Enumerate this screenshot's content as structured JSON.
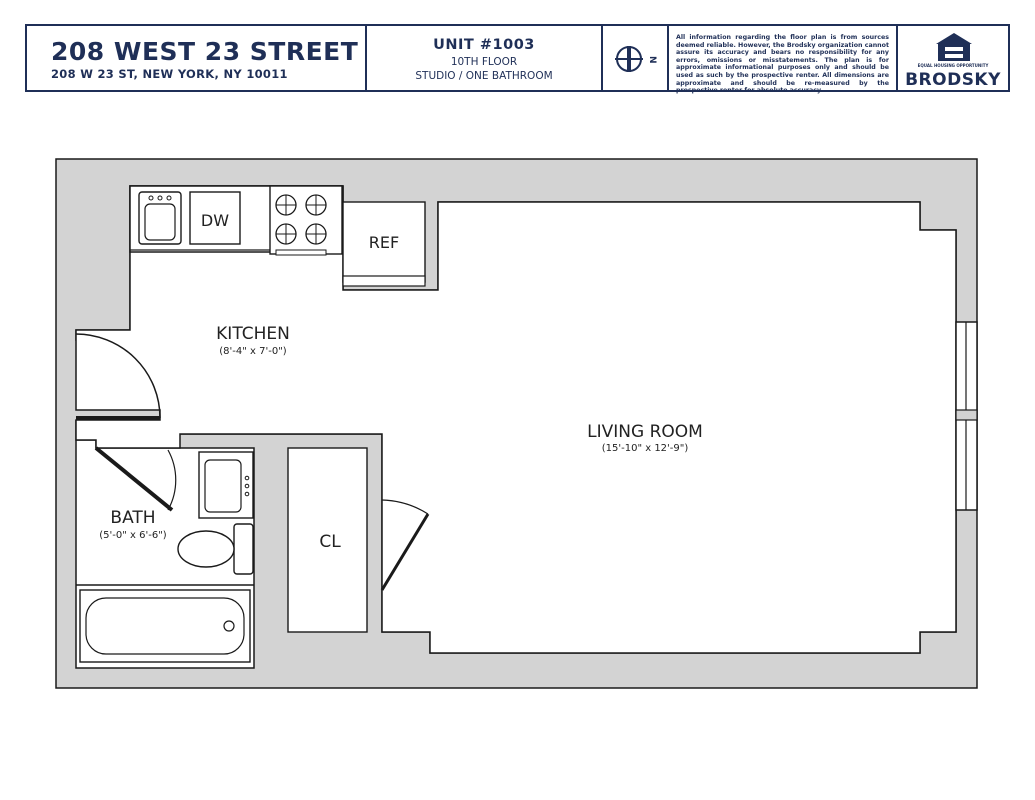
{
  "header": {
    "building_name": "208 WEST 23 STREET",
    "address": "208 W 23 ST, NEW YORK, NY 10011",
    "unit": "UNIT #1003",
    "floor": "10TH FLOOR",
    "unit_type": "STUDIO / ONE BATHROOM",
    "compass_label": "N",
    "disclaimer": "All information regarding the floor plan is from sources deemed reliable. However, the Brodsky organization cannot assure its accuracy and bears no responsibility for any errors, omissions or misstatements. The plan is for approximate informational purposes only and should be used as such by the prospective renter. All dimensions are approximate and should be re-measured by the prospective renter for absolute accuracy.",
    "equal_housing_text": "EQUAL HOUSING OPPORTUNITY",
    "brand": "BRODSKY"
  },
  "rooms": {
    "kitchen": {
      "name": "KITCHEN",
      "dims": "(8'-4\" x 7'-0\")"
    },
    "living": {
      "name": "LIVING ROOM",
      "dims": "(15'-10\" x 12'-9\")"
    },
    "bath": {
      "name": "BATH",
      "dims": "(5'-0\" x 6'-6\")"
    },
    "closet": {
      "name": "CL"
    }
  },
  "fixtures": {
    "dishwasher": "DW",
    "refrigerator": "REF"
  },
  "colors": {
    "navy": "#1f2f57",
    "wall_fill": "#d3d3d3",
    "line": "#1a1a1a"
  }
}
